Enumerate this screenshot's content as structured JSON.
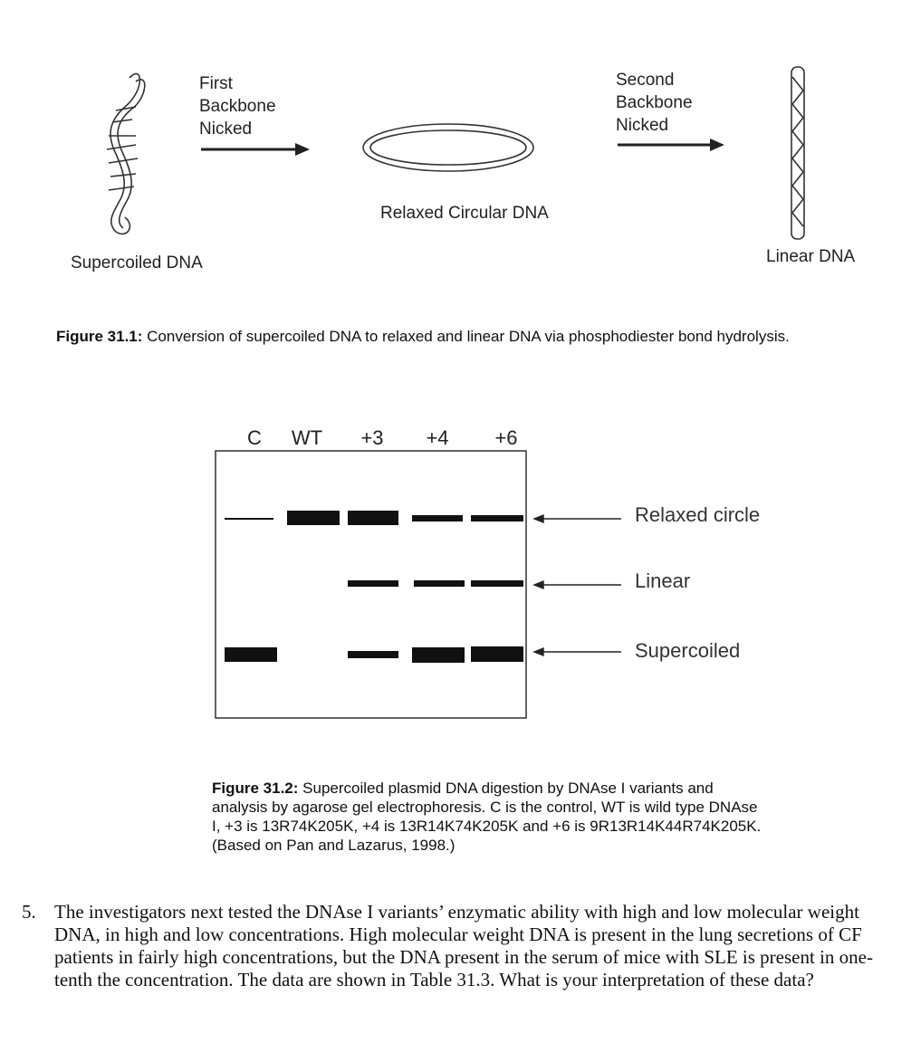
{
  "figure1": {
    "supercoiled_label": "Supercoiled DNA",
    "step1_label": [
      "First",
      "Backbone",
      "Nicked"
    ],
    "relaxed_label": "Relaxed Circular DNA",
    "step2_label": [
      "Second",
      "Backbone",
      "Nicked"
    ],
    "linear_label": "Linear DNA",
    "caption_bold": "Figure 31.1:",
    "caption_text": " Conversion of supercoiled DNA to relaxed and linear DNA via phosphodiester bond hydrolysis."
  },
  "figure2": {
    "lanes": [
      "C",
      "WT",
      "+3",
      "+4",
      "+6"
    ],
    "band_labels": [
      "Relaxed circle",
      "Linear",
      "Supercoiled"
    ],
    "bands": {
      "relaxed_circle": [
        "faint",
        "thick",
        "thick",
        "medium",
        "medium"
      ],
      "linear": [
        "none",
        "none",
        "medium",
        "medium",
        "medium"
      ],
      "supercoiled": [
        "thick",
        "none",
        "medium",
        "thick",
        "thick"
      ]
    },
    "caption_bold": "Figure 31.2:",
    "caption_text": " Supercoiled plasmid DNA digestion by DNAse I variants and analysis by agarose gel electrophoresis. C is the control, WT is wild type DNAse I, +3 is 13R74K205K, +4 is 13R14K74K205K and +6 is 9R13R14K44R74K205K. (Based on Pan and Lazarus, 1998.)"
  },
  "question": {
    "number": "5.",
    "text": "The investigators next tested the DNAse I variants’ enzymatic ability with high and low molecular weight DNA, in high and low concentrations. High molecular weight DNA is present in the lung secretions of CF patients in fairly high concentrations, but the DNA present in the serum of mice with SLE is present in one-tenth the concentration. The data are shown in Table 31.3. What is your interpretation of these data?"
  }
}
